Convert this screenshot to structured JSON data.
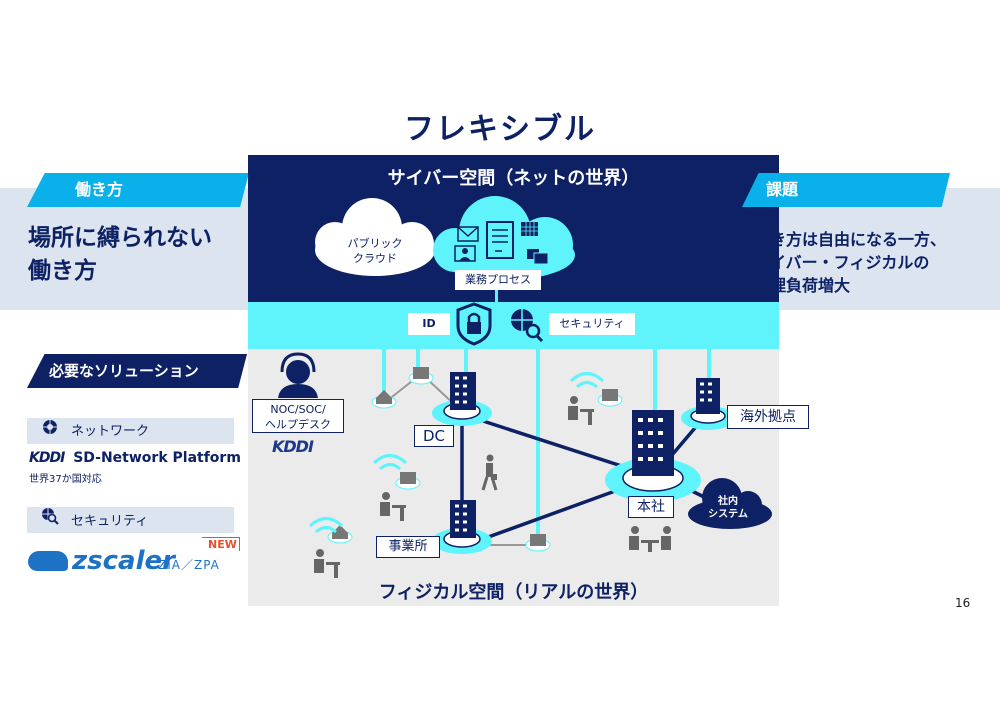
{
  "title": "フレキシブル",
  "work_style": {
    "tag": "働き方",
    "text": "場所に縛られない\n働き方"
  },
  "issues": {
    "tag": "課題",
    "text": "働き方は自由になる一方、\nサイバー・フィジカルの\n管理負荷増大"
  },
  "solutions": {
    "tag": "必要なソリューション",
    "network": {
      "label": "ネットワーク",
      "icon": "network-globe-icon",
      "product_brand": "KDDI",
      "product_name": "SD-Network Platform",
      "product_note": "世界37か国対応"
    },
    "security": {
      "label": "セキュリティ",
      "icon": "globe-search-icon",
      "product_brand": "zscaler",
      "product_name": "ZIA／ZPA",
      "badge": "NEW"
    }
  },
  "diagram": {
    "cyber_title": "サイバー空間（ネットの世界）",
    "public_cloud": "パブリック\nクラウド",
    "business_process": "業務プロセス",
    "id_label": "ID",
    "security_label": "セキュリティ",
    "physical_title": "フィジカル空間（リアルの世界）",
    "noc_label": "NOC/SOC/\nヘルプデスク",
    "noc_brand": "KDDI",
    "dc_label": "DC",
    "office_label": "事業所",
    "hq_label": "本社",
    "overseas_label": "海外拠点",
    "internal_system": "社内\nシステム"
  },
  "colors": {
    "navy": "#0d2164",
    "cyan": "#5ff4fb",
    "tag_blue": "#0ab0ea",
    "panel_bg": "#dce4ef",
    "physical_bg": "#ebebeb",
    "zscaler_blue": "#1e72c6",
    "new_orange": "#e8502b"
  },
  "page_number": "16"
}
